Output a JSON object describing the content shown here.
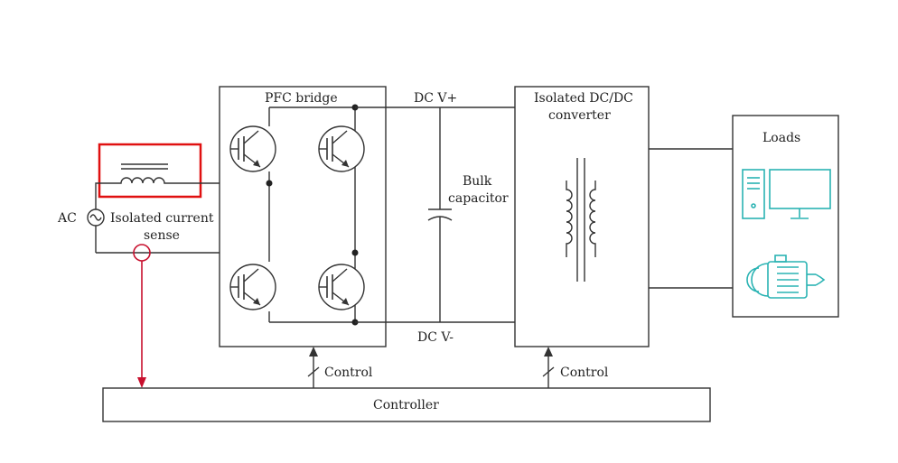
{
  "labels": {
    "pfc_bridge": "PFC bridge",
    "dc_vplus": "DC V+",
    "dc_vminus": "DC V-",
    "isolated_dcdc_line1": "Isolated DC/DC",
    "isolated_dcdc_line2": "converter",
    "bulk_line1": "Bulk",
    "bulk_line2": "capacitor",
    "loads": "Loads",
    "ac": "AC",
    "current_sense_line1": "Isolated current",
    "current_sense_line2": "sense",
    "control_left": "Control",
    "control_right": "Control",
    "controller": "Controller"
  },
  "colors": {
    "line": "#333333",
    "highlight_box": "#e01010",
    "sense_signal": "#c8102e",
    "load_icons": "#2ab3b3"
  },
  "icons": {
    "inductor": "inductor-icon",
    "ac_source": "ac-source-icon",
    "igbt": "igbt-transistor-icon",
    "capacitor": "capacitor-icon",
    "transformer": "transformer-icon",
    "computer": "computer-icon",
    "motor": "motor-icon"
  }
}
